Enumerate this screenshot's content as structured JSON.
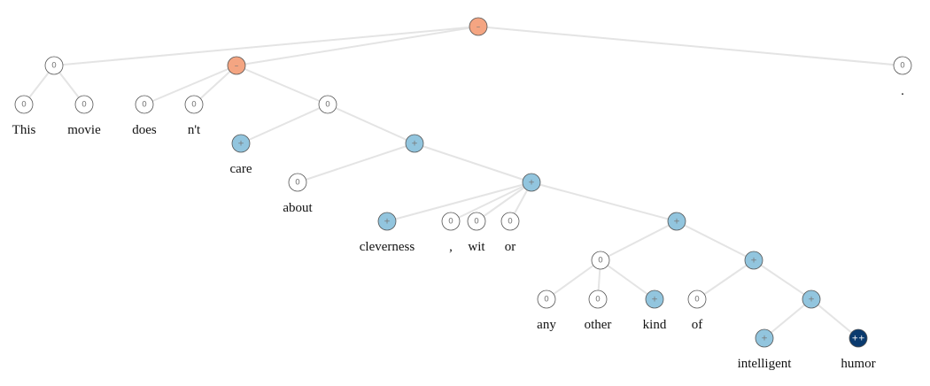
{
  "sentence_tree": {
    "labels": {
      "neg": "–",
      "neu": "0",
      "pos": "+",
      "vpos": "++"
    },
    "colors": {
      "neg": "#f4a582",
      "neu": "#ffffff",
      "pos": "#92c5de",
      "vpos": "#0a3a6e",
      "text_on_light": "#777777",
      "text_on_dark": "#ffffff",
      "edge": "#e4e4e4"
    },
    "nodes": [
      {
        "id": "root",
        "sentiment": "neg"
      },
      {
        "id": "np_this_movie",
        "parent": "root",
        "sentiment": "neu"
      },
      {
        "id": "this",
        "parent": "np_this_movie",
        "sentiment": "neu",
        "word": "This"
      },
      {
        "id": "movie",
        "parent": "np_this_movie",
        "sentiment": "neu",
        "word": "movie"
      },
      {
        "id": "vp",
        "parent": "root",
        "sentiment": "neg"
      },
      {
        "id": "does",
        "parent": "vp",
        "sentiment": "neu",
        "word": "does"
      },
      {
        "id": "nt",
        "parent": "vp",
        "sentiment": "neu",
        "word": "n't"
      },
      {
        "id": "vp_care",
        "parent": "vp",
        "sentiment": "neu"
      },
      {
        "id": "care",
        "parent": "vp_care",
        "sentiment": "pos",
        "word": "care"
      },
      {
        "id": "pp_about",
        "parent": "vp_care",
        "sentiment": "pos"
      },
      {
        "id": "about",
        "parent": "pp_about",
        "sentiment": "neu",
        "word": "about"
      },
      {
        "id": "np_list",
        "parent": "pp_about",
        "sentiment": "pos"
      },
      {
        "id": "cleverness",
        "parent": "np_list",
        "sentiment": "pos",
        "word": "cleverness"
      },
      {
        "id": "comma",
        "parent": "np_list",
        "sentiment": "neu",
        "word": ","
      },
      {
        "id": "wit",
        "parent": "np_list",
        "sentiment": "neu",
        "word": "wit"
      },
      {
        "id": "or",
        "parent": "np_list",
        "sentiment": "neu",
        "word": "or"
      },
      {
        "id": "np_kind",
        "parent": "np_list",
        "sentiment": "pos"
      },
      {
        "id": "np_any_other",
        "parent": "np_kind",
        "sentiment": "neu"
      },
      {
        "id": "any",
        "parent": "np_any_other",
        "sentiment": "neu",
        "word": "any"
      },
      {
        "id": "other",
        "parent": "np_any_other",
        "sentiment": "neu",
        "word": "other"
      },
      {
        "id": "kind",
        "parent": "np_any_other",
        "sentiment": "pos",
        "word": "kind"
      },
      {
        "id": "pp_of",
        "parent": "np_kind",
        "sentiment": "pos"
      },
      {
        "id": "of",
        "parent": "pp_of",
        "sentiment": "neu",
        "word": "of"
      },
      {
        "id": "np_humor",
        "parent": "pp_of",
        "sentiment": "pos"
      },
      {
        "id": "intelligent",
        "parent": "np_humor",
        "sentiment": "pos",
        "word": "intelligent"
      },
      {
        "id": "humor",
        "parent": "np_humor",
        "sentiment": "vpos",
        "word": "humor"
      },
      {
        "id": "period",
        "parent": "root",
        "sentiment": "neu",
        "word": "."
      }
    ]
  }
}
